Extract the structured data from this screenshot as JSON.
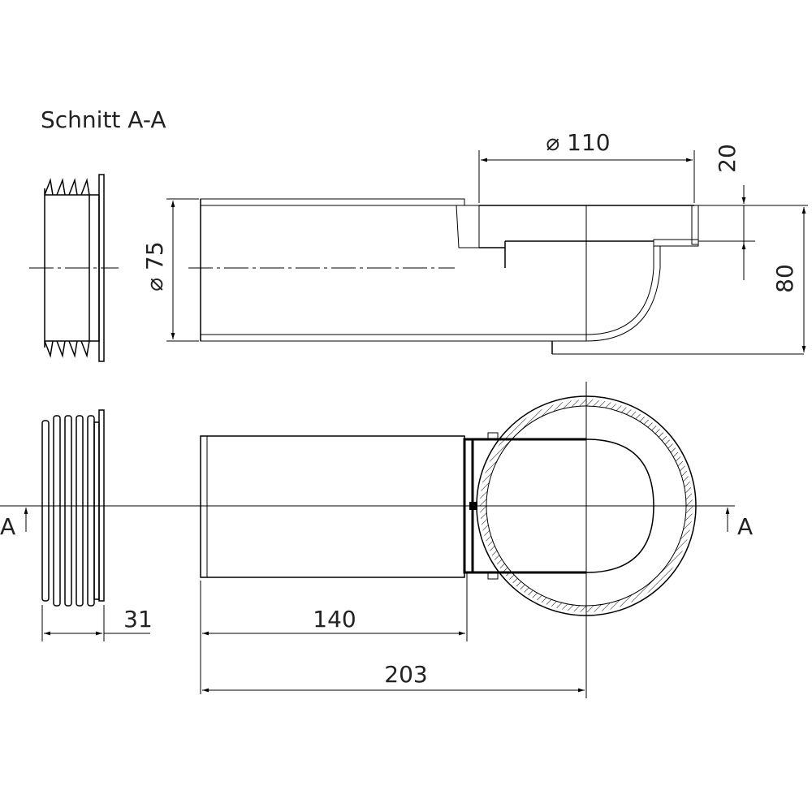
{
  "title": "Schnitt A-A",
  "dimensions": {
    "d110": "⌀ 110",
    "d75": "⌀ 75",
    "h20": "20",
    "h80": "80",
    "w31": "31",
    "w140": "140",
    "w203": "203"
  },
  "section_marks": {
    "left": "A",
    "right": "A"
  },
  "colors": {
    "line": "#000000",
    "background": "#ffffff"
  }
}
